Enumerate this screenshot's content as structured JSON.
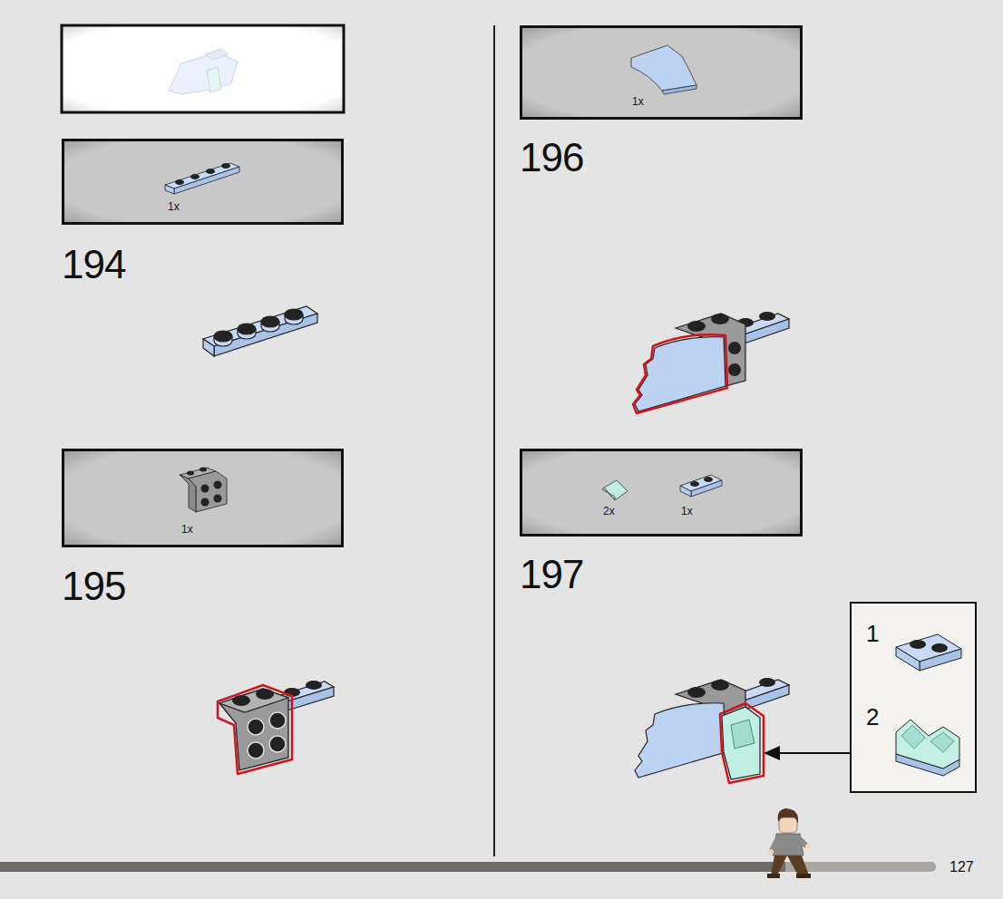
{
  "diagram": {
    "nodes": [
      {
        "text": [
          "1x"
        ]
      },
      {
        "text": [
          "1x"
        ]
      },
      {
        "text": [
          "1x"
        ]
      },
      {
        "text": [
          "2x",
          "1x"
        ]
      },
      {
        "text": [
          "1",
          "2"
        ]
      }
    ],
    "labels": [
      "194",
      "195",
      "196",
      "197",
      "127"
    ]
  }
}
